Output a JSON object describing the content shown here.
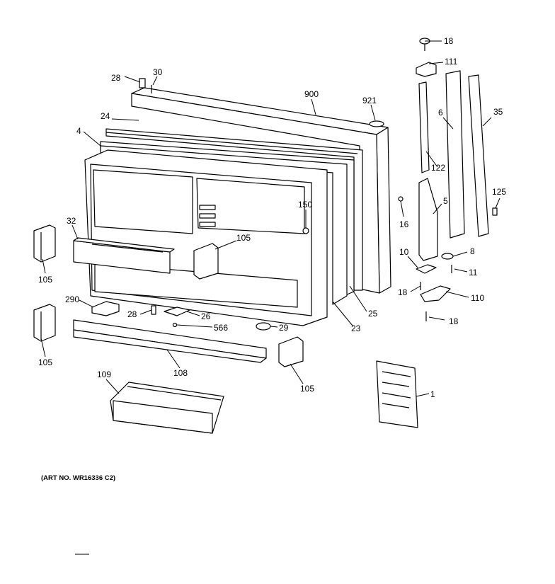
{
  "labels": {
    "l18a": "18",
    "l111": "111",
    "l28a": "28",
    "l30": "30",
    "l900": "900",
    "l921": "921",
    "l6": "6",
    "l35": "35",
    "l24": "24",
    "l4": "4",
    "l122": "122",
    "l125": "125",
    "l5": "5",
    "l150": "150",
    "l16": "16",
    "l32": "32",
    "l105a": "105",
    "l10": "10",
    "l8": "8",
    "l11": "11",
    "l105b": "105",
    "l18b": "18",
    "l110": "110",
    "l290": "290",
    "l28b": "28",
    "l26": "26",
    "l25": "25",
    "l18c": "18",
    "l566": "566",
    "l29": "29",
    "l23": "23",
    "l105c": "105",
    "l108": "108",
    "l105d": "105",
    "l109": "109",
    "l1": "1"
  },
  "footer": {
    "art_no": "(ART NO. WR16336 C2)"
  }
}
